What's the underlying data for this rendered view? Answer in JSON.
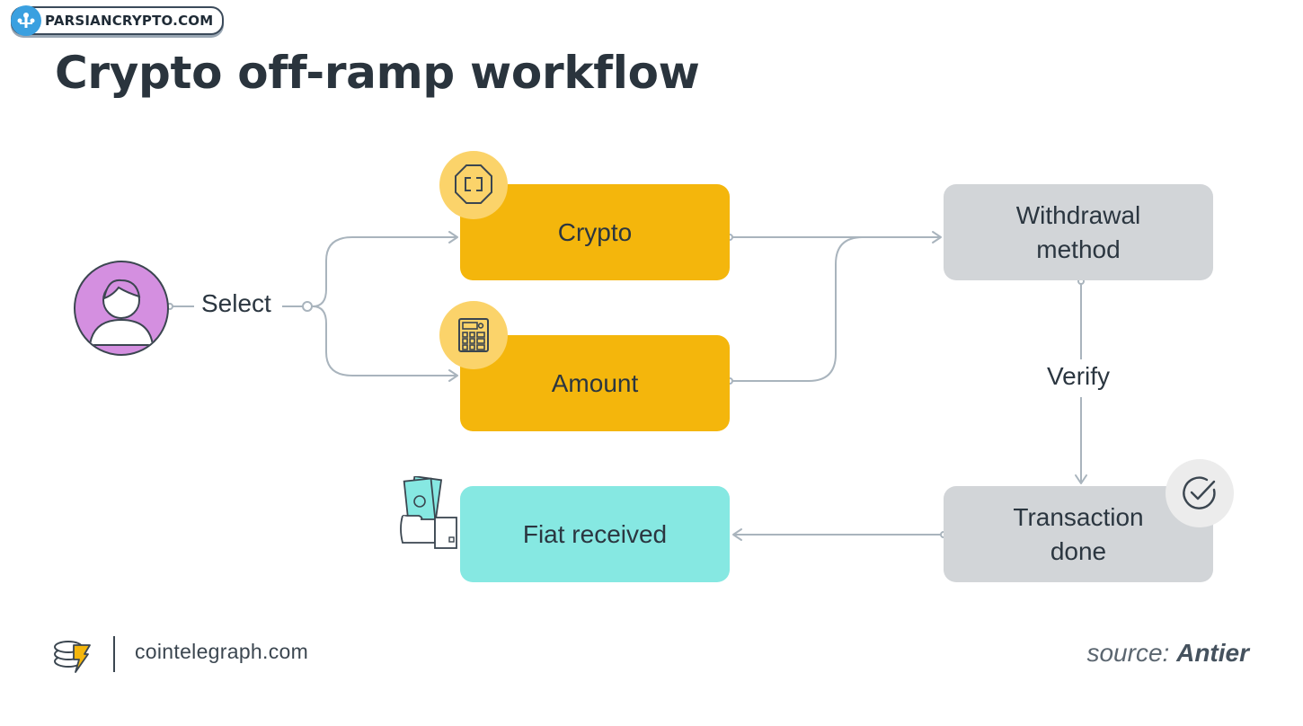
{
  "watermark": {
    "text": "PARSIANCRYPTO.COM"
  },
  "title": "Crypto off-ramp workflow",
  "nodes": {
    "user": {
      "icon": "user-avatar-icon"
    },
    "select_label": "Select",
    "crypto": {
      "label": "Crypto",
      "icon": "crypto-coin-icon"
    },
    "amount": {
      "label": "Amount",
      "icon": "calculator-icon"
    },
    "withdrawal": {
      "label": "Withdrawal\nmethod"
    },
    "verify_label": "Verify",
    "transaction": {
      "label": "Transaction\ndone",
      "icon": "checkmark-icon"
    },
    "fiat": {
      "label": "Fiat received",
      "icon": "cash-in-hand-icon"
    }
  },
  "colors": {
    "crypto_box": "#f4b60c",
    "amount_box": "#f4b60c",
    "gray_box": "#d2d5d8",
    "fiat_box": "#86e8e2",
    "avatar": "#d48fe0",
    "connector": "#a9b4bd"
  },
  "footer": {
    "site": "cointelegraph.com",
    "source_prefix": "source:",
    "source_name": "Antier"
  }
}
